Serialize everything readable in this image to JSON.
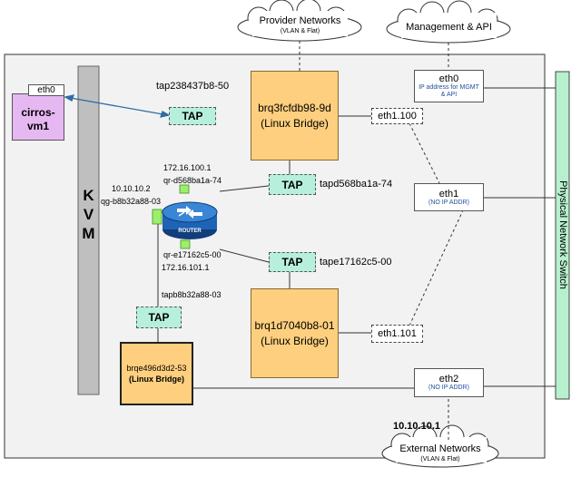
{
  "clouds": {
    "provider": {
      "title": "Provider Networks",
      "subtitle": "(VLAN & Flat)"
    },
    "mgmt": {
      "title": "Management & API"
    },
    "external": {
      "title": "External Networks",
      "subtitle": "(VLAN & Flat)"
    }
  },
  "kvm": {
    "label": "KVM"
  },
  "vm": {
    "iface": "eth0",
    "name": "cirros-vm1"
  },
  "taps": {
    "vm": "TAP",
    "d568": "TAP",
    "e171": "TAP",
    "b8b3": "TAP"
  },
  "iface_labels": {
    "tap2384": "tap238437b8-50",
    "tapd568": "tapd568ba1a-74",
    "tape171": "tape17162c5-00",
    "tapb8b3": "tapb8b32a88-03",
    "qrd_ip": "172.16.100.1",
    "qrd_name": "qr-d568ba1a-74",
    "qre_name": "qr-e17162c5-00",
    "qre_ip": "172.16.101.1",
    "qg_ip": "10.10.10.2",
    "qg_name": "qg-b8b32a88-03",
    "ext_ip": "10.10.10.1"
  },
  "router": {
    "label": "ROUTER"
  },
  "bridges": {
    "brq3": {
      "name": "brq3fcfdb98-9d",
      "type": "(Linux Bridge)"
    },
    "brq1": {
      "name": "brq1d7040b8-01",
      "type": "(Linux Bridge)"
    },
    "brqe": {
      "name": "brqe496d3d2-53",
      "type": "(Linux Bridge)"
    }
  },
  "vlans": {
    "v100": "eth1.100",
    "v101": "eth1.101"
  },
  "eths": {
    "eth0": {
      "name": "eth0",
      "note": "IP address for MGMT & API"
    },
    "eth1": {
      "name": "eth1",
      "note": "(NO IP ADDR)"
    },
    "eth2": {
      "name": "eth2",
      "note": "(NO IP ADDR)"
    }
  },
  "switch": {
    "label": "Physical Network Switch"
  },
  "colors": {
    "frame": "#f2f2f2",
    "kvm": "#bfbfbf",
    "vm": "#e6b8f2",
    "tap": "#b6f0dd",
    "bridge": "#fdcf7e",
    "router": "#1e63b5",
    "switch": "#b7f0cd",
    "link": "#2e6da4"
  }
}
